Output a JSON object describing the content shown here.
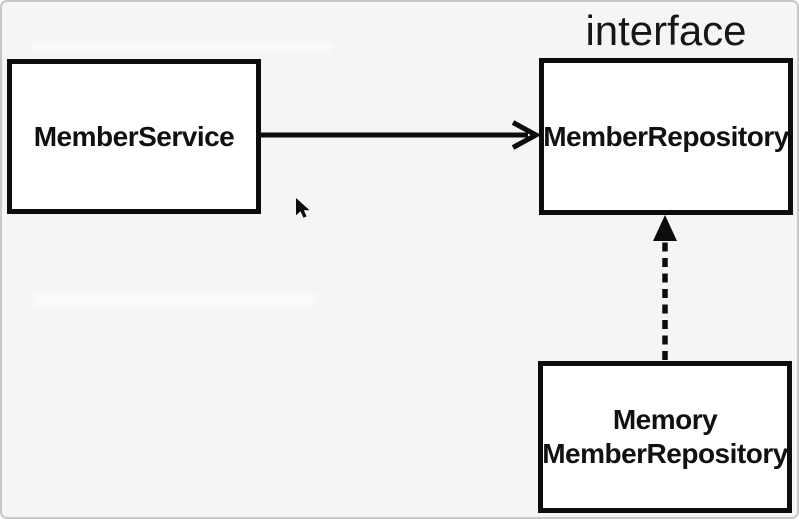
{
  "diagram": {
    "nodes": {
      "member_service": {
        "label": "MemberService"
      },
      "member_repository": {
        "label": "MemberRepository",
        "stereotype": "interface"
      },
      "memory_member_repository": {
        "label_line1": "Memory",
        "label_line2": "MemberRepository"
      }
    },
    "edges": [
      {
        "from": "MemberService",
        "to": "MemberRepository",
        "line": "solid",
        "arrowhead": "open"
      },
      {
        "from": "Memory MemberRepository",
        "to": "MemberRepository",
        "line": "dotted",
        "arrowhead": "filled"
      }
    ]
  },
  "cursor": {
    "type": "arrow-pointer",
    "visible": true
  },
  "colors": {
    "canvas_background": "#f6f5f5",
    "node_fill": "#ffffff",
    "stroke": "#0d0d0d",
    "text": "#111111",
    "frame_border": "#c8c8c8"
  }
}
